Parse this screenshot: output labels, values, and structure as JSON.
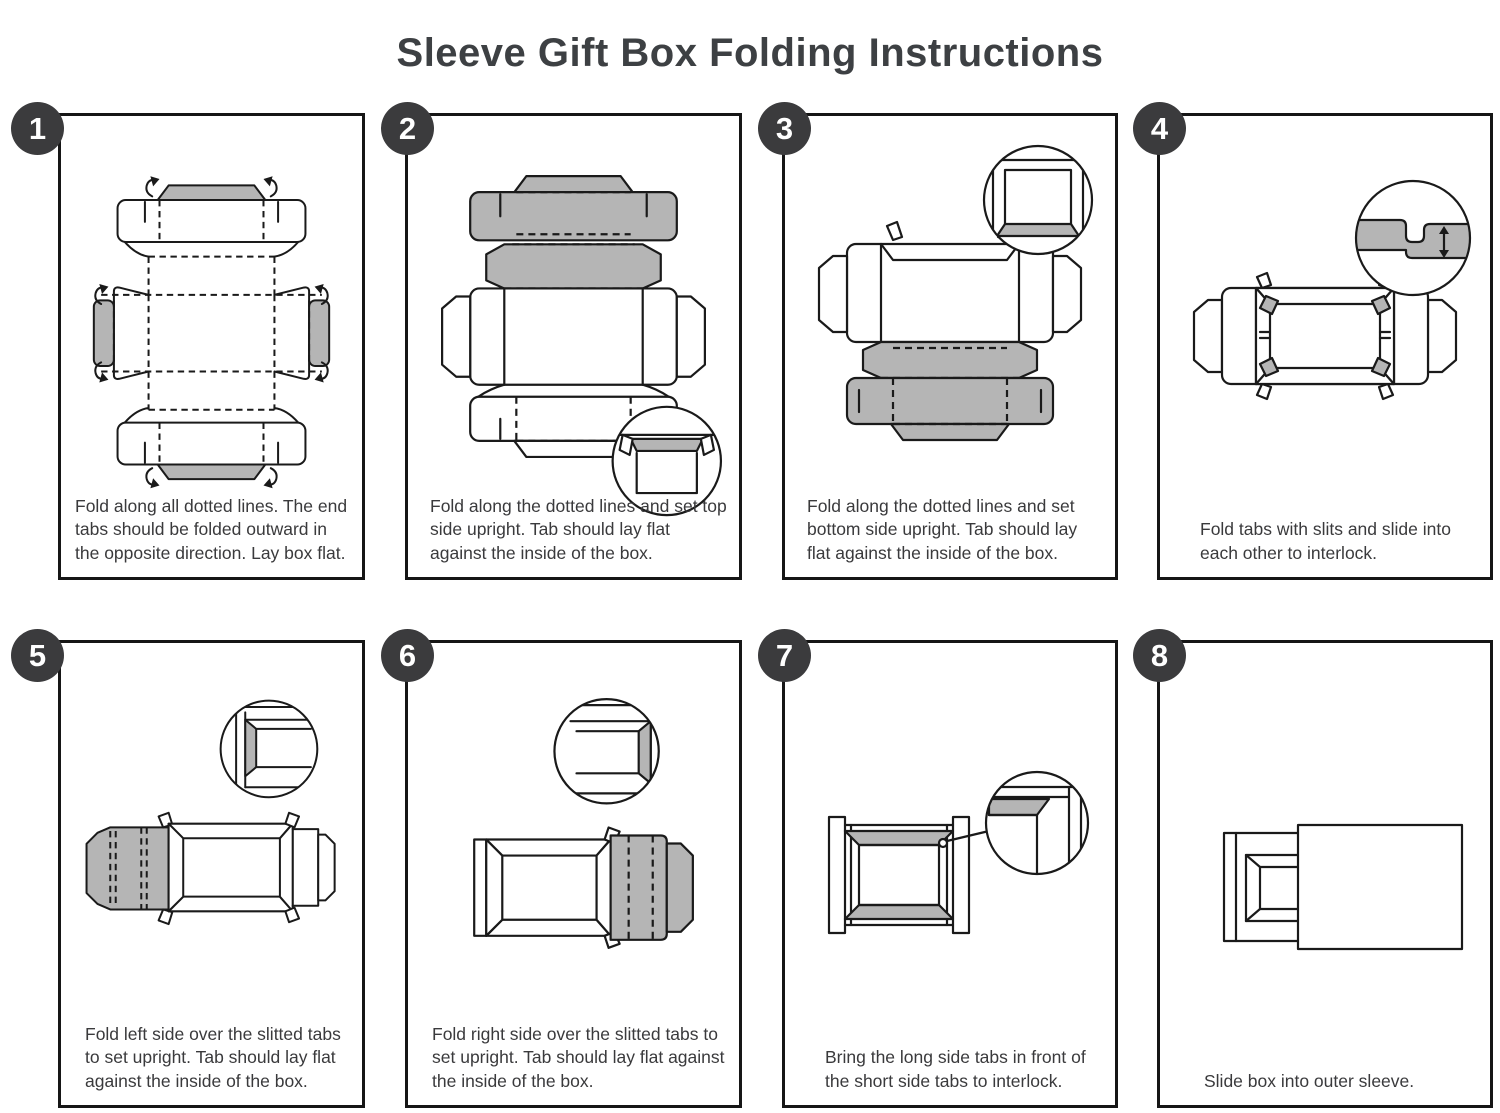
{
  "title": {
    "bold": "Sleeve Gift Box",
    "regular": " Folding Instructions"
  },
  "steps": [
    {
      "number": "1",
      "caption": "Fold along all dotted lines. The end tabs should be folded outward in the opposite direction. Lay box flat."
    },
    {
      "number": "2",
      "caption": "Fold along the dotted lines and set top side upright. Tab should lay flat against the inside of the box."
    },
    {
      "number": "3",
      "caption": "Fold along the dotted lines and set bottom side upright. Tab should lay flat against the inside of the box."
    },
    {
      "number": "4",
      "caption": "Fold tabs with slits and slide into each other to interlock."
    },
    {
      "number": "5",
      "caption": "Fold left side over the slitted tabs to set upright. Tab should lay flat against the inside of the box."
    },
    {
      "number": "6",
      "caption": "Fold right side over the slitted tabs to set upright. Tab should lay flat against the inside of the box."
    },
    {
      "number": "7",
      "caption": "Bring the long side tabs in front of the short side tabs to interlock."
    },
    {
      "number": "8",
      "caption": "Slide box into outer sleeve."
    }
  ],
  "colors": {
    "line": "#1a1a1a",
    "fill_gray": "#b5b5b5",
    "badge": "#3b3b3d",
    "text": "#3a3a3c"
  }
}
